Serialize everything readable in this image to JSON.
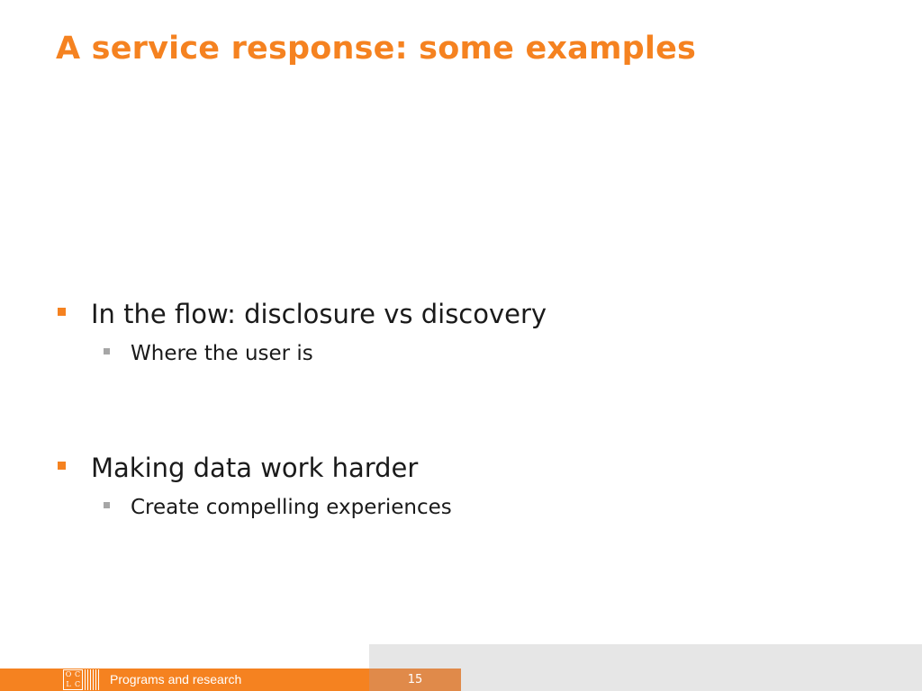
{
  "slide": {
    "title": "A service response: some examples",
    "bullets": [
      {
        "text": "In the flow: disclosure vs discovery",
        "sub": [
          "Where the user is"
        ]
      },
      {
        "text": "Making data work harder",
        "sub": [
          "Create compelling experiences"
        ]
      }
    ]
  },
  "footer": {
    "logo_letters": [
      "O",
      "C",
      "L",
      "C"
    ],
    "text": "Programs and research",
    "page_number": "15"
  },
  "colors": {
    "accent": "#f58220",
    "page_box": "#e08a4a",
    "panel_gray": "#e6e6e6",
    "sub_marker": "#a6a6a6"
  }
}
